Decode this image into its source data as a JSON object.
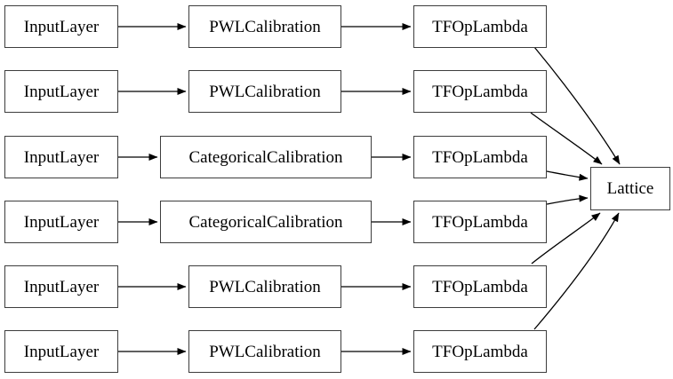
{
  "rows": [
    {
      "input": "InputLayer",
      "calibration": "PWLCalibration",
      "op": "TFOpLambda"
    },
    {
      "input": "InputLayer",
      "calibration": "PWLCalibration",
      "op": "TFOpLambda"
    },
    {
      "input": "InputLayer",
      "calibration": "CategoricalCalibration",
      "op": "TFOpLambda"
    },
    {
      "input": "InputLayer",
      "calibration": "CategoricalCalibration",
      "op": "TFOpLambda"
    },
    {
      "input": "InputLayer",
      "calibration": "PWLCalibration",
      "op": "TFOpLambda"
    },
    {
      "input": "InputLayer",
      "calibration": "PWLCalibration",
      "op": "TFOpLambda"
    }
  ],
  "output_node": "Lattice",
  "connections": [
    [
      "input-1",
      "calibration-1"
    ],
    [
      "calibration-1",
      "op-1"
    ],
    [
      "op-1",
      "lattice"
    ],
    [
      "input-2",
      "calibration-2"
    ],
    [
      "calibration-2",
      "op-2"
    ],
    [
      "op-2",
      "lattice"
    ],
    [
      "input-3",
      "calibration-3"
    ],
    [
      "calibration-3",
      "op-3"
    ],
    [
      "op-3",
      "lattice"
    ],
    [
      "input-4",
      "calibration-4"
    ],
    [
      "calibration-4",
      "op-4"
    ],
    [
      "op-4",
      "lattice"
    ],
    [
      "input-5",
      "calibration-5"
    ],
    [
      "calibration-5",
      "op-5"
    ],
    [
      "op-5",
      "lattice"
    ],
    [
      "input-6",
      "calibration-6"
    ],
    [
      "calibration-6",
      "op-6"
    ],
    [
      "op-6",
      "lattice"
    ]
  ],
  "colors": {
    "background": "#ffffff",
    "node_border": "#3d3d3d",
    "edge": "#000000",
    "text": "#000000"
  }
}
